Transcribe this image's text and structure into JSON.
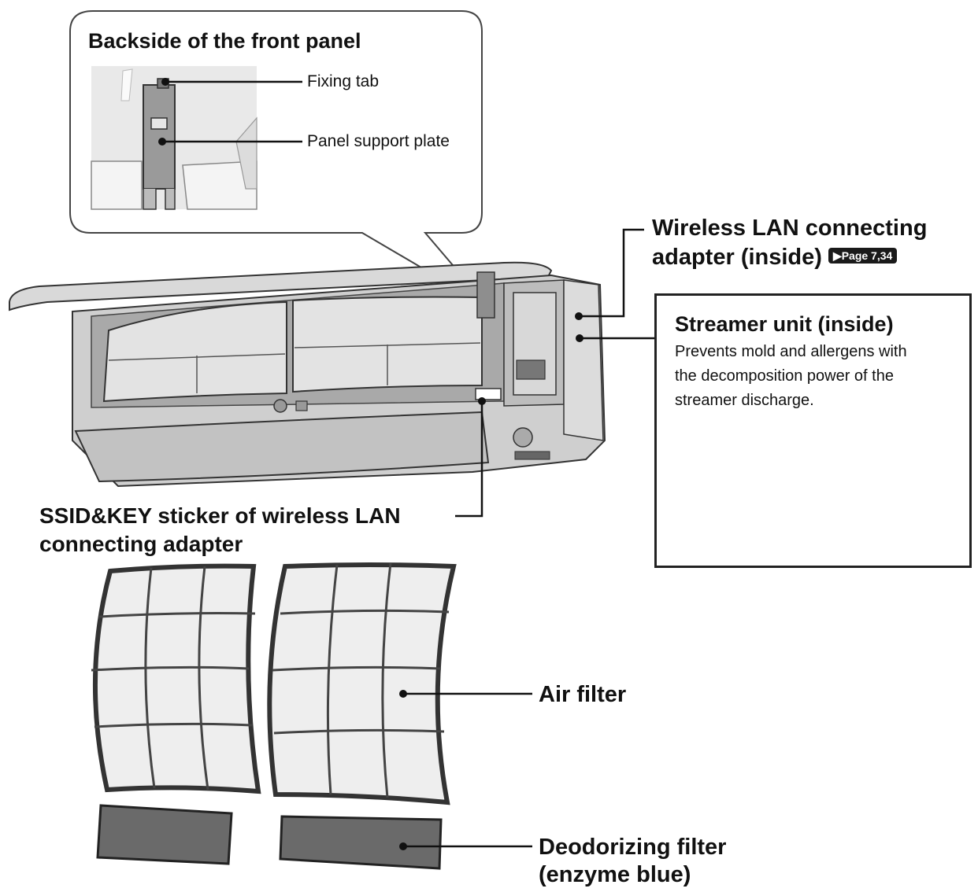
{
  "callout": {
    "title": "Backside of the front panel",
    "fixing_tab": "Fixing tab",
    "panel_support_plate": "Panel support plate"
  },
  "wireless_lan": {
    "line1": "Wireless LAN connecting",
    "line2": "adapter (inside)",
    "page_ref": "▶Page 7,34"
  },
  "streamer": {
    "title": "Streamer unit (inside)",
    "desc_line1": "Prevents mold and allergens with",
    "desc_line2": "the decomposition power of the",
    "desc_line3": "streamer discharge."
  },
  "ssid": {
    "line1": "SSID&KEY sticker of wireless LAN",
    "line2": "connecting adapter"
  },
  "air_filter": "Air filter",
  "deodorizing": {
    "line1": "Deodorizing filter",
    "line2": "(enzyme blue)"
  }
}
